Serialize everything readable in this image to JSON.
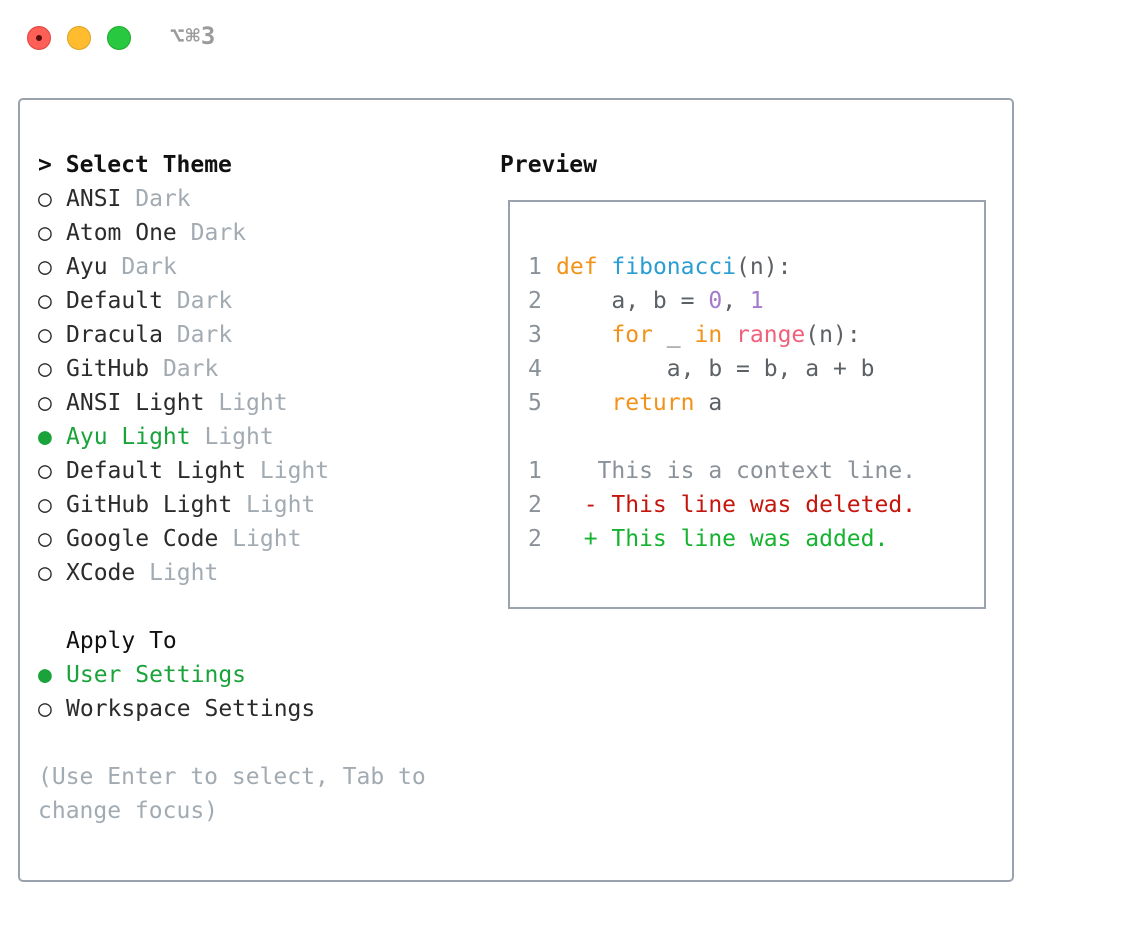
{
  "titlebar": {
    "shortcut": "⌥⌘3"
  },
  "theme_list": {
    "header_prefix": ">",
    "header": "Select Theme",
    "items": [
      {
        "marker": "○",
        "name": "ANSI",
        "kind": "Dark",
        "selected": false
      },
      {
        "marker": "○",
        "name": "Atom One",
        "kind": "Dark",
        "selected": false
      },
      {
        "marker": "○",
        "name": "Ayu",
        "kind": "Dark",
        "selected": false
      },
      {
        "marker": "○",
        "name": "Default",
        "kind": "Dark",
        "selected": false
      },
      {
        "marker": "○",
        "name": "Dracula",
        "kind": "Dark",
        "selected": false
      },
      {
        "marker": "○",
        "name": "GitHub",
        "kind": "Dark",
        "selected": false
      },
      {
        "marker": "○",
        "name": "ANSI Light",
        "kind": "Light",
        "selected": false
      },
      {
        "marker": "●",
        "name": "Ayu Light",
        "kind": "Light",
        "selected": true
      },
      {
        "marker": "○",
        "name": "Default Light",
        "kind": "Light",
        "selected": false
      },
      {
        "marker": "○",
        "name": "GitHub Light",
        "kind": "Light",
        "selected": false
      },
      {
        "marker": "○",
        "name": "Google Code",
        "kind": "Light",
        "selected": false
      },
      {
        "marker": "○",
        "name": "XCode",
        "kind": "Light",
        "selected": false
      }
    ]
  },
  "apply_to": {
    "header": "Apply To",
    "items": [
      {
        "marker": "●",
        "name": "User Settings",
        "selected": true
      },
      {
        "marker": "○",
        "name": "Workspace Settings",
        "selected": false
      }
    ]
  },
  "hint": {
    "line1": "(Use Enter to select, Tab to",
    "line2": "change focus)"
  },
  "preview": {
    "title": "Preview",
    "code": {
      "l1_num": "1",
      "l1_def": "def",
      "l1_name": "fibonacci",
      "l1_rest": "(n):",
      "l2_num": "2",
      "l2_a": "    a, b = ",
      "l2_zero": "0",
      "l2_comma": ", ",
      "l2_one": "1",
      "l3_num": "3",
      "l3_indent": "    ",
      "l3_for": "for",
      "l3_mid": " _ ",
      "l3_in": "in",
      "l3_sp": " ",
      "l3_range": "range",
      "l3_rest": "(n):",
      "l4_num": "4",
      "l4_text": "        a, b = b, a + b",
      "l5_num": "5",
      "l5_indent": "    ",
      "l5_return": "return",
      "l5_rest": " a"
    },
    "diff": {
      "d1_num": "1",
      "d1_text": "   This is a context line.",
      "d2_num": "2",
      "d2_text": "  - This line was deleted.",
      "d3_num": "2",
      "d3_text": "  + This line was added."
    }
  },
  "colors": {
    "selected": "#1aa33b",
    "muted": "#a2aab2",
    "keyword": "#f29218",
    "function": "#2a9ed4",
    "number": "#a37acc",
    "builtin": "#f0607a",
    "deleted": "#c4160c",
    "added": "#16b330"
  }
}
